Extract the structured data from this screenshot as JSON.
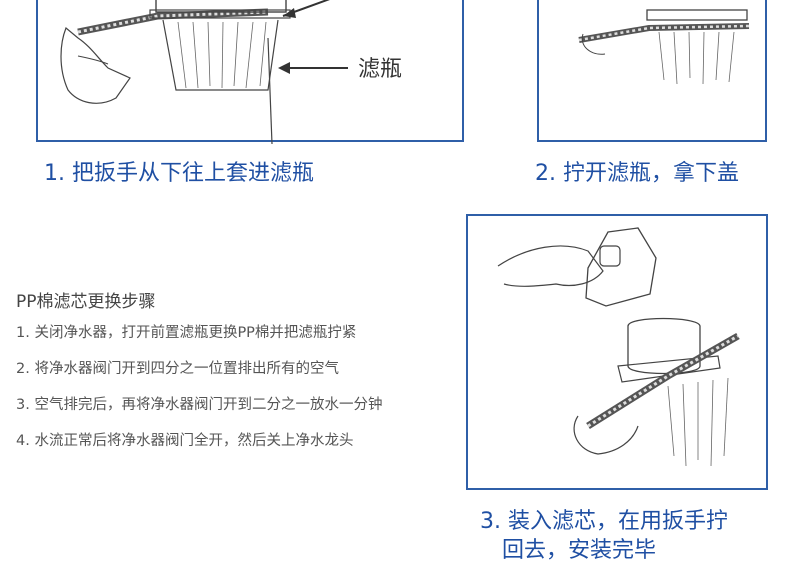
{
  "illustration_1": {
    "caption": "1. 把扳手从下往上套进滤瓶",
    "label": "滤瓶"
  },
  "illustration_2": {
    "caption": "2. 拧开滤瓶，拿下盖"
  },
  "illustration_3": {
    "caption_line1": "3. 装入滤芯，在用扳手拧",
    "caption_line2": "回去，安装完毕"
  },
  "instructions": {
    "title": "PP棉滤芯更换步骤",
    "steps": [
      "1. 关闭净水器，打开前置滤瓶更换PP棉并把滤瓶拧紧",
      "2. 将净水器阀门开到四分之一位置排出所有的空气",
      "3. 空气排完后，再将净水器阀门开到二分之一放水一分钟",
      "4. 水流正常后将净水器阀门全开，然后关上净水龙头"
    ]
  },
  "colors": {
    "accent": "#2f5fa8",
    "caption": "#1f4fa3",
    "body_text": "#555555"
  }
}
